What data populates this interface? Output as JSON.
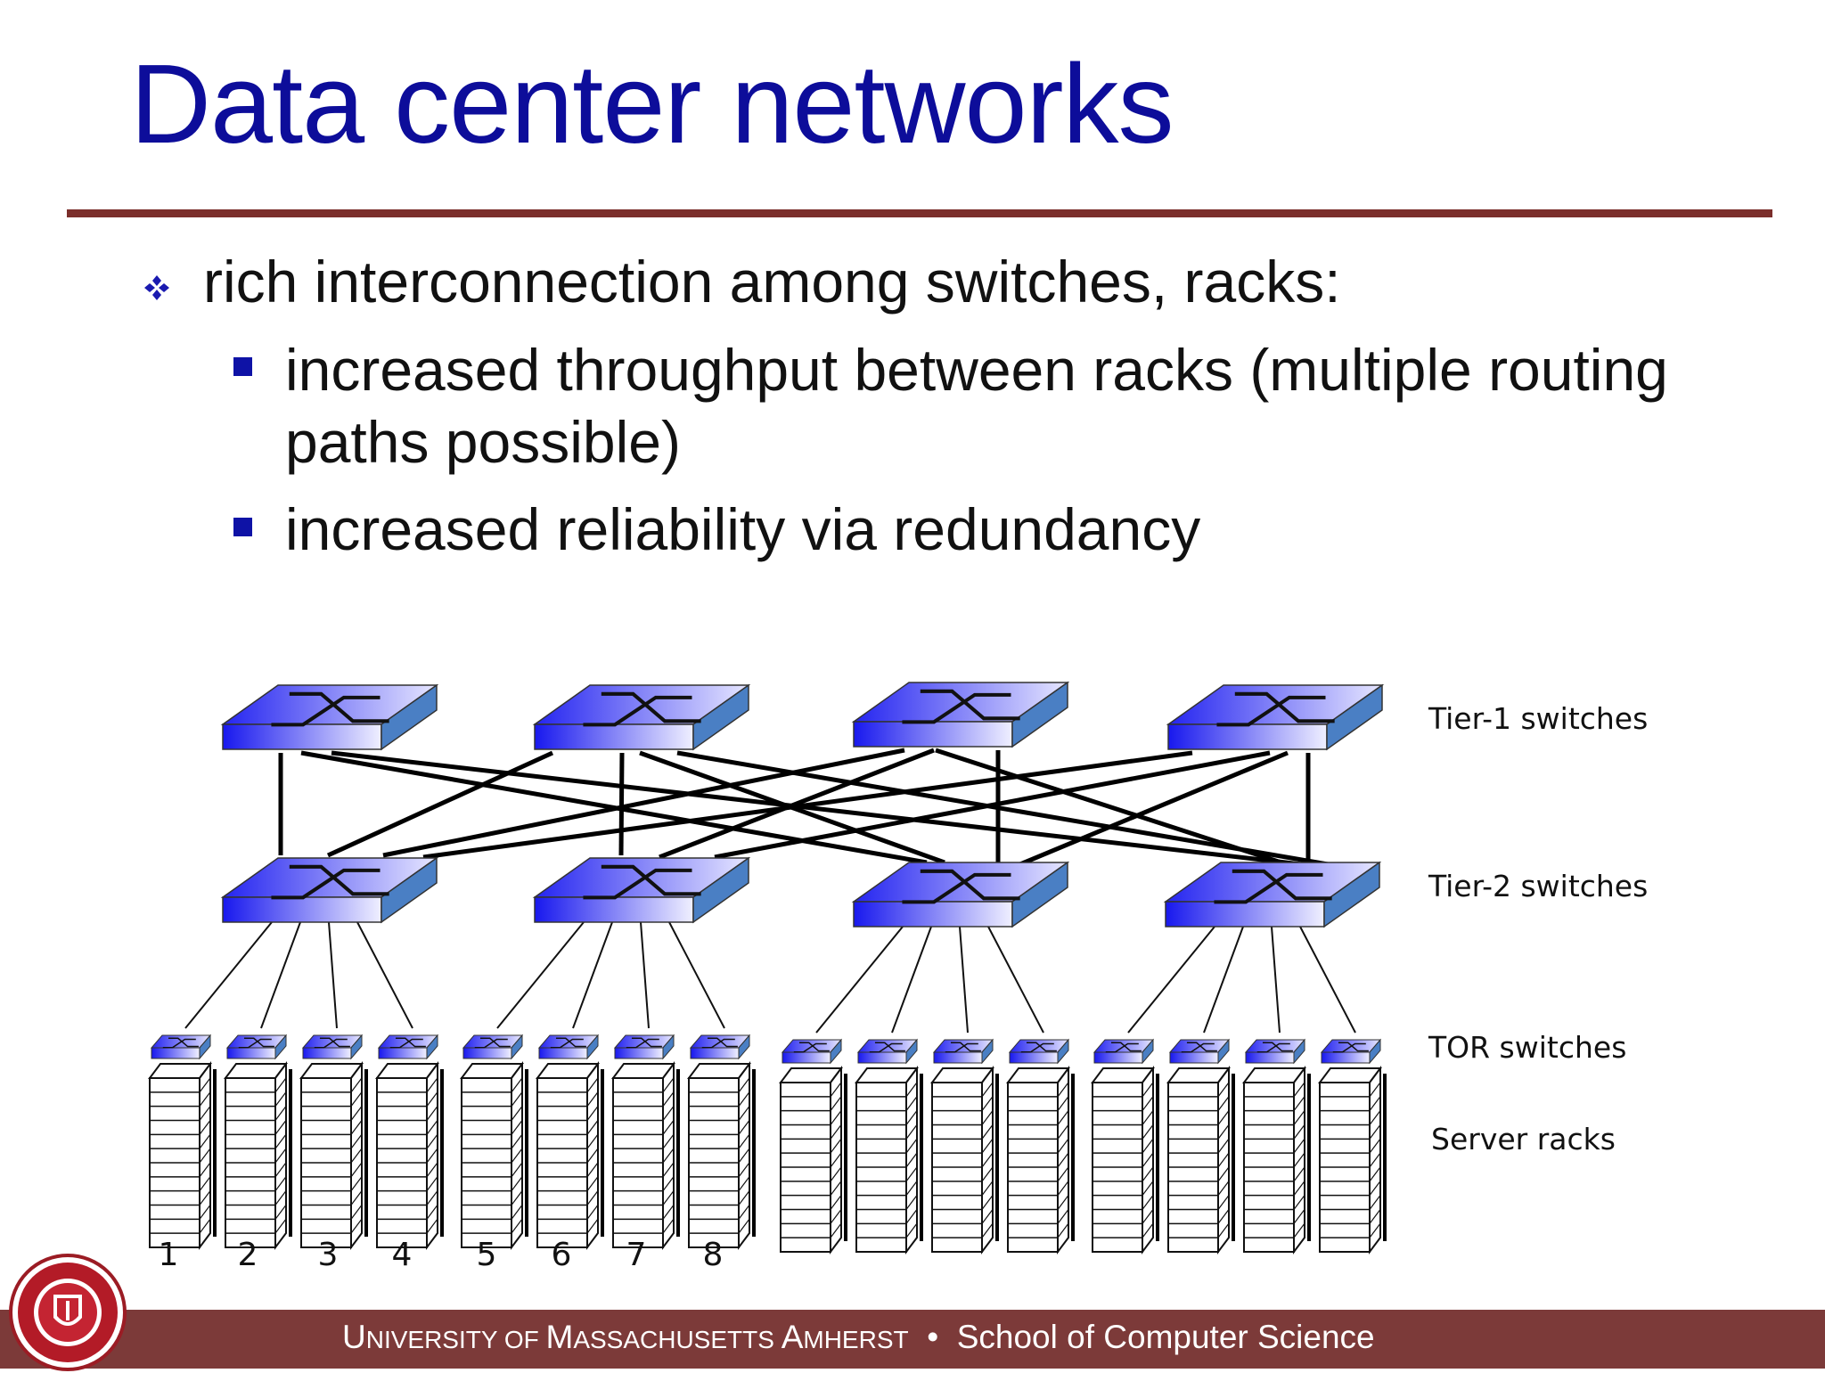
{
  "slide": {
    "title": "Data center networks",
    "bullet_main": "rich interconnection among switches, racks:",
    "sub_bullets": [
      "increased throughput between racks (multiple routing",
      "paths possible)",
      "increased reliability via redundancy"
    ]
  },
  "diagram": {
    "labels": {
      "tier1": "Tier-1 switches",
      "tier2": "Tier-2 switches",
      "tor": "TOR switches",
      "racks": "Server racks"
    },
    "rack_numbers": [
      "1",
      "2",
      "3",
      "4",
      "5",
      "6",
      "7",
      "8"
    ]
  },
  "footer": {
    "u": "U",
    "niversity": "NIVERSITY OF ",
    "m": "M",
    "assachusetts": "ASSACHUSETTS ",
    "a": "A",
    "mherst": "MHERST",
    "separator": "•",
    "school": "School of Computer Science"
  },
  "colors": {
    "title": "#0d0d9a",
    "rule": "#7b2e2b",
    "footer": "#7c3a39",
    "switch_top": "#3a3af0",
    "switch_side": "#4a78c0"
  }
}
